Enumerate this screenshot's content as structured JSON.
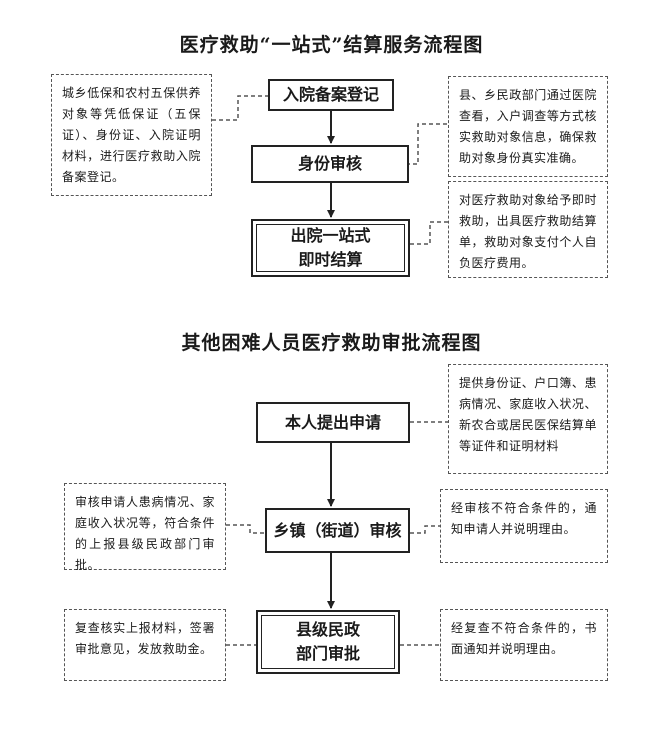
{
  "section1": {
    "title": "医疗救助“一站式”结算服务流程图",
    "steps": [
      {
        "lines": [
          "入院备案登记"
        ]
      },
      {
        "lines": [
          "身份审核"
        ]
      },
      {
        "lines": [
          "出院一站式",
          "即时结算"
        ]
      }
    ],
    "notes": {
      "left": "城乡低保和农村五保供养对象等凭低保证（五保证）、身份证、入院证明材料，进行医疗救助入院备案登记。",
      "right_1": "县、乡民政部门通过医院查看，入户调查等方式核实救助对象信息，确保救助对象身份真实准确。",
      "right_2": "对医疗救助对象给予即时救助，出具医疗救助结算单，救助对象支付个人自负医疗费用。"
    }
  },
  "section2": {
    "title": "其他困难人员医疗救助审批流程图",
    "steps": [
      {
        "lines": [
          "本人提出申请"
        ]
      },
      {
        "lines": [
          "乡镇（街道）审核"
        ]
      },
      {
        "lines": [
          "县级民政",
          "部门审批"
        ]
      }
    ],
    "notes": {
      "right_1": "提供身份证、户口簿、患病情况、家庭收入状况、新农合或居民医保结算单等证件和证明材料",
      "left_2": "审核申请人患病情况、家庭收入状况等，符合条件的上报县级民政部门审批。",
      "right_2": "经审核不符合条件的，通知申请人并说明理由。",
      "left_3": "复查核实上报材料，签署审批意见，发放救助金。",
      "right_3": "经复查不符合条件的，书面通知并说明理由。"
    }
  },
  "colors": {
    "line": "#222222",
    "dashed": "#555555"
  }
}
